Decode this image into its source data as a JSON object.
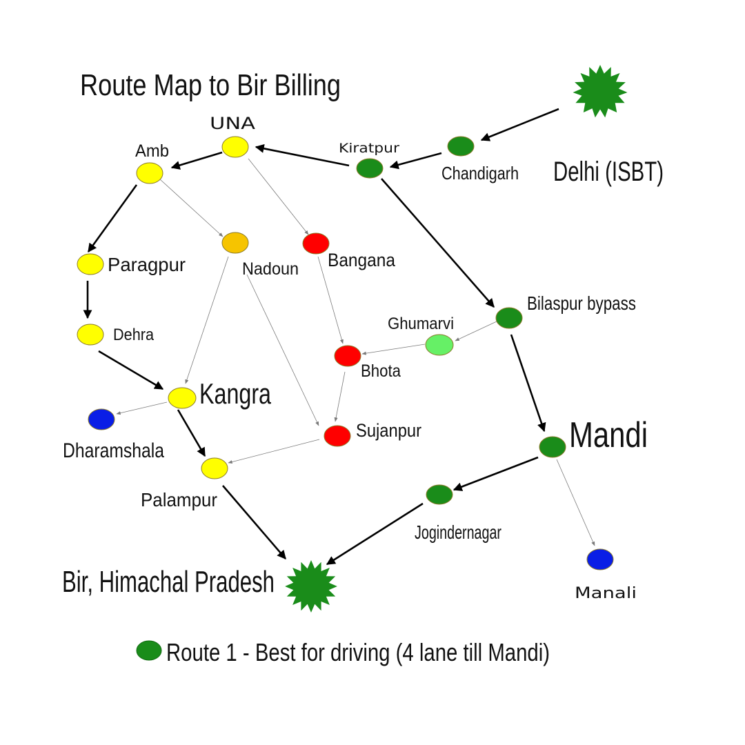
{
  "title": "Route Map to Bir Billing",
  "colors": {
    "yellow": "#ffff00",
    "orange": "#f6c400",
    "red": "#ff0000",
    "green": "#1a8c1a",
    "light_green": "#66f066",
    "blue": "#0a1ee6",
    "star": "#1a8c1a"
  },
  "places": {
    "delhi": "Delhi (ISBT)",
    "chandigarh": "Chandigarh",
    "kiratpur": "Kiratpur",
    "una": "UNA",
    "amb": "Amb",
    "nadoun": "Nadoun",
    "bangana": "Bangana",
    "paragpur": "Paragpur",
    "dehra": "Dehra",
    "kangra": "Kangra",
    "dharamshala": "Dharamshala",
    "palampur": "Palampur",
    "ghumarvi": "Ghumarvi",
    "bhota": "Bhota",
    "sujanpur": "Sujanpur",
    "bilaspur": "Bilaspur bypass",
    "mandi": "Mandi",
    "jogindernagar": "Jogindernagar",
    "manali": "Manali",
    "bir": "Bir, Himachal Pradesh"
  },
  "legend": {
    "route1": "Route 1 - Best for driving (4 lane till Mandi)"
  }
}
